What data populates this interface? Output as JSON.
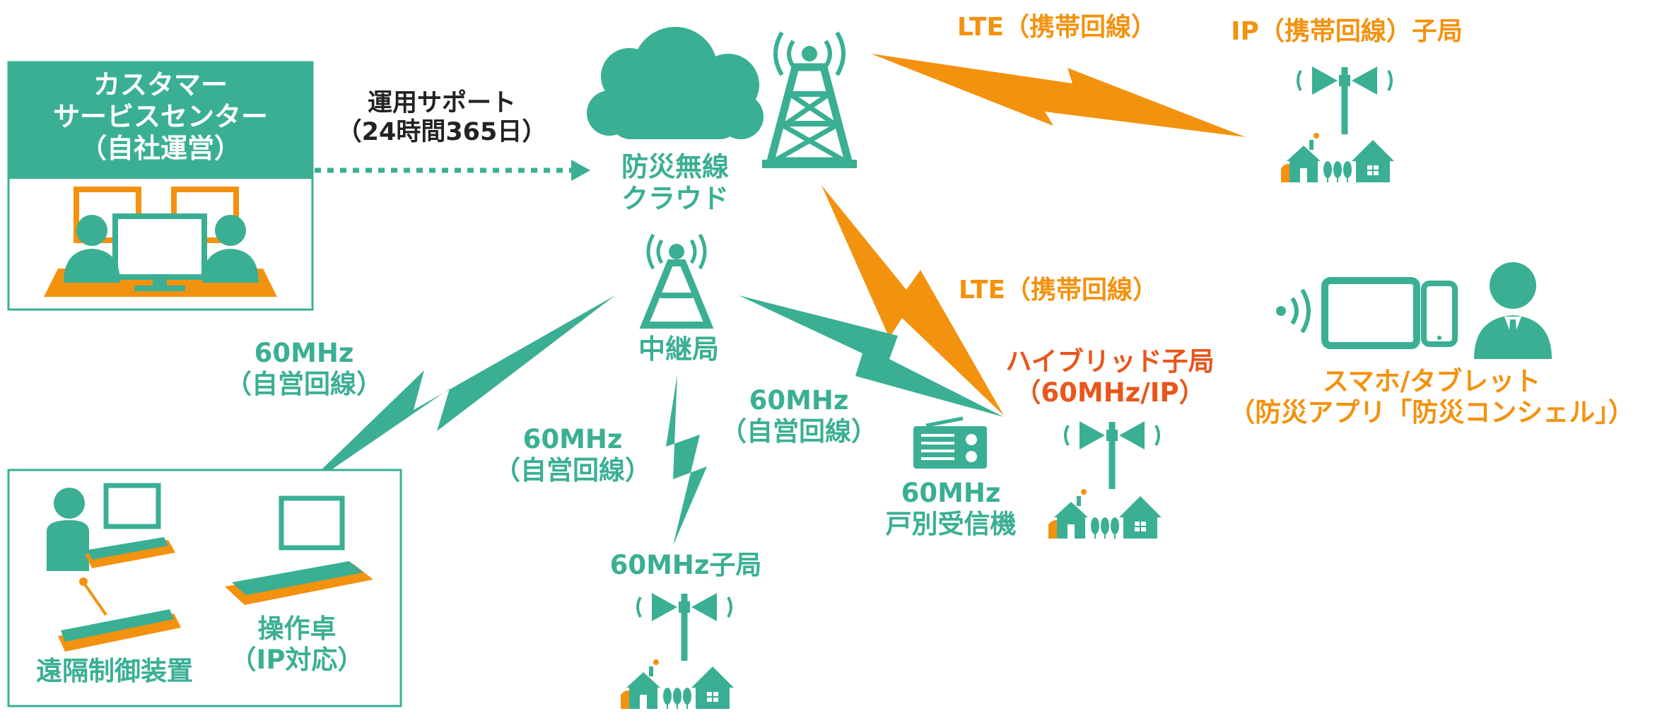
{
  "customer_center": {
    "title": "カスタマー\nサービスセンター\n（自社運営）"
  },
  "support": {
    "label": "運用サポート\n（24時間365日）"
  },
  "cloud": {
    "label": "防災無線\nクラウド"
  },
  "relay": {
    "label": "中継局"
  },
  "lte_top": {
    "label": "LTE（携帯回線）"
  },
  "ip_sub": {
    "label": "IP（携帯回線）子局"
  },
  "lte_mid": {
    "label": "LTE（携帯回線）"
  },
  "hybrid": {
    "label": "ハイブリッド子局\n（60MHz/IP）"
  },
  "smartphone": {
    "label": "スマホ/タブレット\n（防災アプリ「防災コンシェル」）"
  },
  "link_left": {
    "label": "60MHz\n（自営回線）"
  },
  "link_center": {
    "label": "60MHz\n（自営回線）"
  },
  "link_right": {
    "label": "60MHz\n（自営回線）"
  },
  "receiver": {
    "label": "60MHz\n戸別受信機"
  },
  "sub60": {
    "label": "60MHz子局"
  },
  "console": {
    "label": "操作卓\n（IP対応）"
  },
  "remote": {
    "label": "遠隔制御装置"
  },
  "colors": {
    "teal": "#3aaf94",
    "orange": "#f3920f",
    "red": "#e8561c"
  }
}
